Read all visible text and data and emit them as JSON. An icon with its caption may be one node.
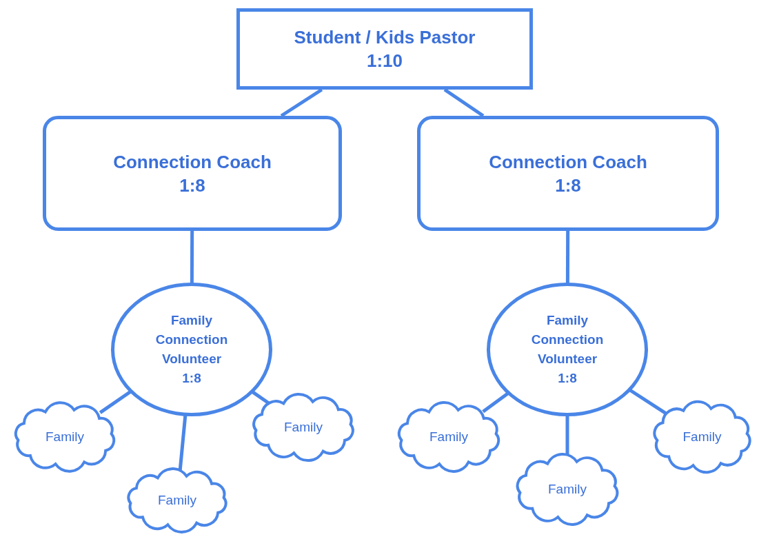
{
  "diagram": {
    "nodes": [
      {
        "text": [
          "Student / Kids Pastor",
          "1:10"
        ]
      },
      {
        "text": [
          "Connection Coach",
          "1:8"
        ]
      },
      {
        "text": [
          "Connection Coach",
          "1:8"
        ]
      },
      {
        "text": [
          "Family Connection Volunteer",
          "1:8"
        ]
      },
      {
        "text": [
          "Family Connection Volunteer",
          "1:8"
        ]
      },
      {
        "text": [
          "Family"
        ]
      },
      {
        "text": [
          "Family"
        ]
      },
      {
        "text": [
          "Family"
        ]
      },
      {
        "text": [
          "Family"
        ]
      },
      {
        "text": [
          "Family"
        ]
      },
      {
        "text": [
          "Family"
        ]
      }
    ],
    "edges": [
      {
        "from": 0,
        "to": 1,
        "arrow": "none"
      },
      {
        "from": 0,
        "to": 2,
        "arrow": "none"
      },
      {
        "from": 1,
        "to": 3,
        "arrow": "none"
      },
      {
        "from": 2,
        "to": 4,
        "arrow": "none"
      },
      {
        "from": 3,
        "to": 5,
        "arrow": "none"
      },
      {
        "from": 3,
        "to": 6,
        "arrow": "none"
      },
      {
        "from": 3,
        "to": 7,
        "arrow": "none"
      },
      {
        "from": 4,
        "to": 8,
        "arrow": "none"
      },
      {
        "from": 4,
        "to": 9,
        "arrow": "none"
      },
      {
        "from": 4,
        "to": 10,
        "arrow": "none"
      }
    ]
  }
}
